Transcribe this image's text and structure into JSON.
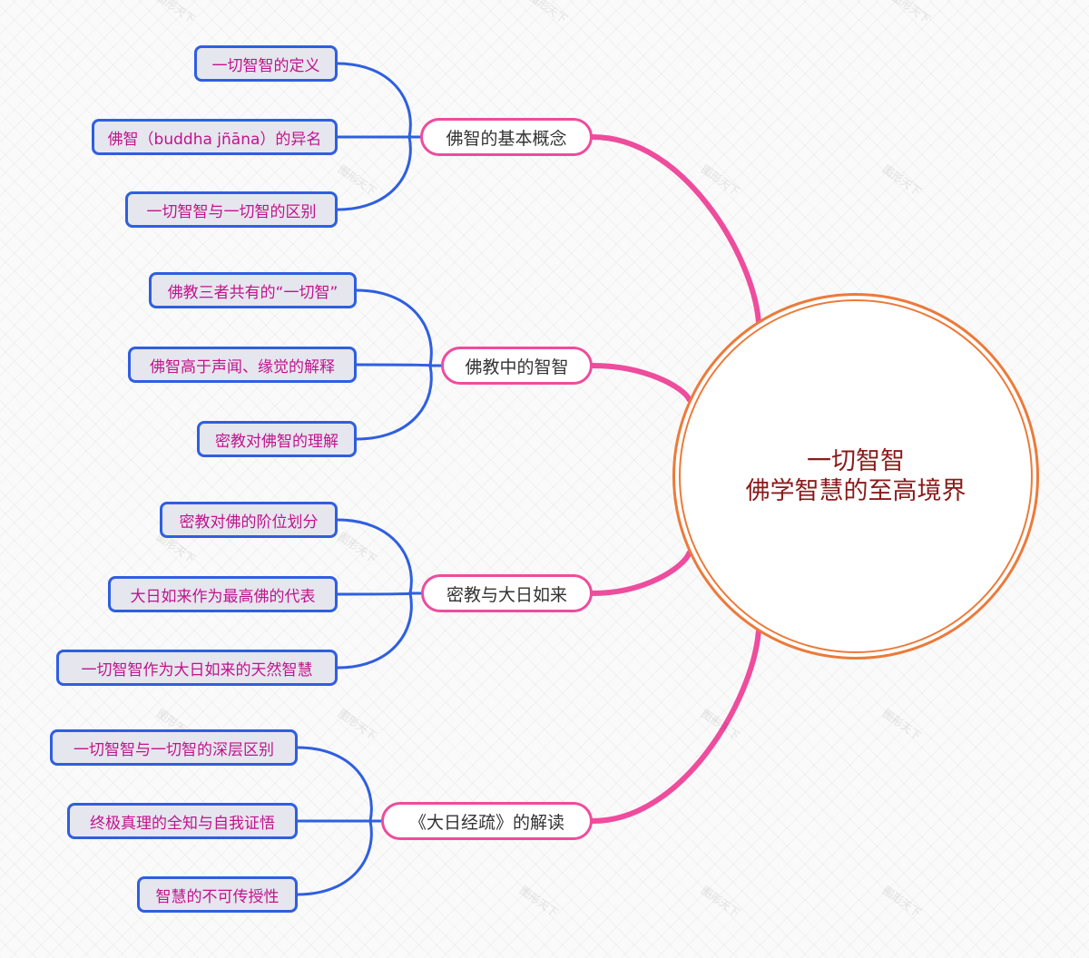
{
  "colors": {
    "root_border": "#ec7a3a",
    "root_text": "#8a1b1b",
    "branch_border": "#ee4c9d",
    "leaf_border": "#2f5fe0",
    "leaf_fill": "#e6e6ee",
    "leaf_text": "#c0148c",
    "branch_connector": "#ee4c9d",
    "leaf_connector": "#2f5fe0"
  },
  "root": {
    "line1": "一切智智",
    "line2": "佛学智慧的至高境界"
  },
  "branches": [
    {
      "label": "佛智的基本概念",
      "children": [
        "一切智智的定义",
        "佛智（buddha jñāna）的异名",
        "一切智智与一切智的区别"
      ]
    },
    {
      "label": "佛教中的智智",
      "children": [
        "佛教三者共有的“一切智”",
        "佛智高于声闻、缘觉的解释",
        "密教对佛智的理解"
      ]
    },
    {
      "label": "密教与大日如来",
      "children": [
        "密教对佛的阶位划分",
        "大日如来作为最高佛的代表",
        "一切智智作为大日如来的天然智慧"
      ]
    },
    {
      "label": "《大日经疏》的解读",
      "children": [
        "一切智智与一切智的深层区别",
        "终极真理的全知与自我证悟",
        "智慧的不可传授性"
      ]
    }
  ]
}
